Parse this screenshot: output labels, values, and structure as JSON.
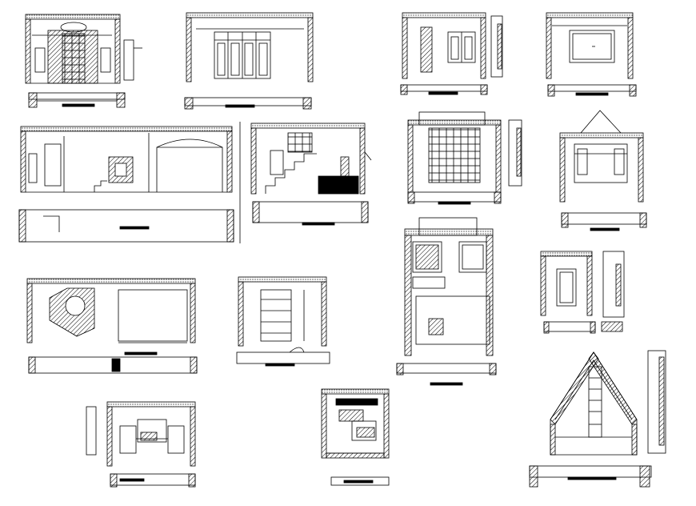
{
  "sheet": {
    "description_hidden": "",
    "background_color": "#ffffff",
    "line_color": "#000000",
    "hatch_color": "#000000"
  },
  "drawings": [
    {
      "id": "elev-1",
      "kind": "wall-elevation-with-feature-panel"
    },
    {
      "id": "elev-2",
      "kind": "wall-elevation-with-window"
    },
    {
      "id": "elev-3",
      "kind": "wall-elevation-with-door"
    },
    {
      "id": "elev-4",
      "kind": "wall-elevation-with-panel"
    },
    {
      "id": "elev-5",
      "kind": "long-elevation-with-arch"
    },
    {
      "id": "elev-6",
      "kind": "stair-elevation"
    },
    {
      "id": "elev-7",
      "kind": "wardrobe-elevation"
    },
    {
      "id": "elev-8",
      "kind": "gable-elevation"
    },
    {
      "id": "elev-9",
      "kind": "cabinet-elevation"
    },
    {
      "id": "elev-10",
      "kind": "panel-elevation"
    },
    {
      "id": "elev-11",
      "kind": "feature-wall-with-mirror"
    },
    {
      "id": "elev-12",
      "kind": "shelving-elevation"
    },
    {
      "id": "elev-13",
      "kind": "vanity-elevation"
    },
    {
      "id": "elev-14",
      "kind": "tv-unit-elevation"
    },
    {
      "id": "elev-15",
      "kind": "a-frame-elevation"
    }
  ]
}
